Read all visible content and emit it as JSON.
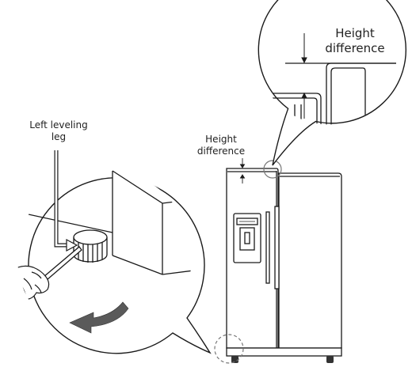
{
  "labels": {
    "left_leg_line1": "Left leveling",
    "left_leg_line2": "leg",
    "height_diff_small_line1": "Height",
    "height_diff_small_line2": "difference",
    "height_diff_zoom_line1": "Height",
    "height_diff_zoom_line2": "difference"
  },
  "colors": {
    "line": "#1a1a1a",
    "arrow_fill": "#5a5a5a",
    "dashed_circle": "#777777",
    "background": "#ffffff"
  },
  "icons": {
    "rotate_arrow": "curved-arrow-left-icon",
    "screwdriver": "screwdriver-icon"
  }
}
